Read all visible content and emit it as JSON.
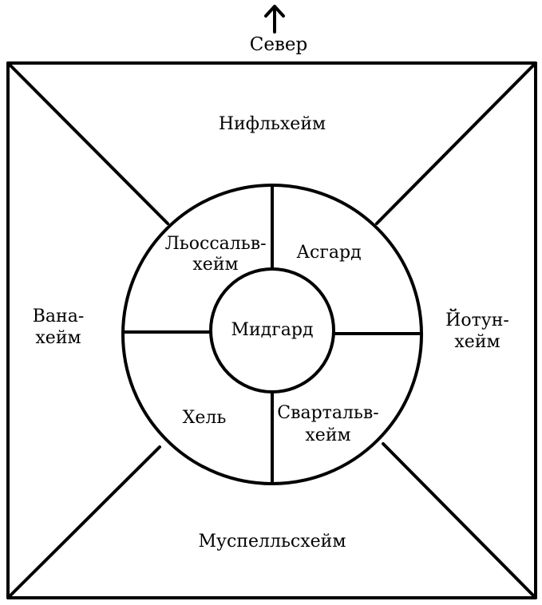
{
  "north": {
    "arrow_icon": "arrow-up-icon",
    "label": "Север"
  },
  "outer_realms": {
    "top": "Нифльхейм",
    "left_line1": "Вана-",
    "left_line2": "хейм",
    "right_line1": "Йотун-",
    "right_line2": "хейм",
    "bottom": "Муспелльсхейм"
  },
  "inner_realms": {
    "top_left_line1": "Льоссальв-",
    "top_left_line2": "хейм",
    "top_right": "Асгард",
    "bottom_left": "Хель",
    "bottom_right_line1": "Свартальв-",
    "bottom_right_line2": "хейм"
  },
  "center": {
    "label": "Мидгард"
  }
}
